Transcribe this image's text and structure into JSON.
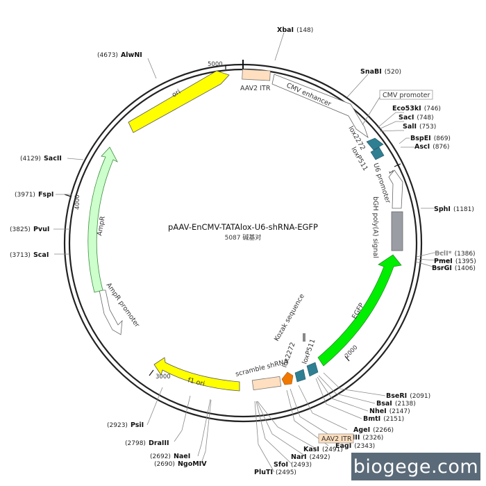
{
  "plasmid": {
    "name": "pAAV-EnCMV-TATAlox-U6-shRNA-EGFP",
    "size_label": "5087 碱基对"
  },
  "ticks": [
    {
      "label": "1000"
    },
    {
      "label": "2000"
    },
    {
      "label": "3000"
    },
    {
      "label": "4000"
    },
    {
      "label": "5000"
    }
  ],
  "features": [
    {
      "label": "AAV2 ITR"
    },
    {
      "label": "CMV enhancer"
    },
    {
      "label": "CMV promoter"
    },
    {
      "label": "lox2272"
    },
    {
      "label": "loxP511"
    },
    {
      "label": "U6 promoter"
    },
    {
      "label": "bGH poly(A) signal"
    },
    {
      "label": "EGFP"
    },
    {
      "label": "loxP511"
    },
    {
      "label": "lox2272"
    },
    {
      "label": "Kozak sequence"
    },
    {
      "label": "scramble shRNA"
    },
    {
      "label": "AAV2 ITR"
    },
    {
      "label": "f1 ori"
    },
    {
      "label": "AmpR promoter"
    },
    {
      "label": "AmpR"
    },
    {
      "label": "ori"
    }
  ],
  "sites": [
    {
      "name": "XbaI",
      "pos": "(148)"
    },
    {
      "name": "SnaBI",
      "pos": "(520)"
    },
    {
      "name": "Eco53kI",
      "pos": "(746)"
    },
    {
      "name": "SacI",
      "pos": "(748)"
    },
    {
      "name": "SalI",
      "pos": "(753)"
    },
    {
      "name": "BspEI",
      "pos": "(869)"
    },
    {
      "name": "AscI",
      "pos": "(876)"
    },
    {
      "name": "SphI",
      "pos": "(1181)"
    },
    {
      "name": "BclI*",
      "pos": "(1386)"
    },
    {
      "name": "PmeI",
      "pos": "(1395)"
    },
    {
      "name": "BsrGI",
      "pos": "(1406)"
    },
    {
      "name": "BseRI",
      "pos": "(2091)"
    },
    {
      "name": "BsaI",
      "pos": "(2138)"
    },
    {
      "name": "NheI",
      "pos": "(2147)"
    },
    {
      "name": "BmtI",
      "pos": "(2151)"
    },
    {
      "name": "AgeI",
      "pos": "(2266)"
    },
    {
      "name": "HindIII",
      "pos": "(2326)"
    },
    {
      "name": "EagI",
      "pos": "(2343)"
    },
    {
      "name": "KasI",
      "pos": "(2491)"
    },
    {
      "name": "NarI",
      "pos": "(2492)"
    },
    {
      "name": "SfoI",
      "pos": "(2493)"
    },
    {
      "name": "PluTI",
      "pos": "(2495)"
    },
    {
      "name": "PsiI",
      "pos": "(2923)"
    },
    {
      "name": "DraIII",
      "pos": "(2798)"
    },
    {
      "name": "NaeI",
      "pos": "(2692)"
    },
    {
      "name": "NgoMIV",
      "pos": "(2690)"
    },
    {
      "name": "ScaI",
      "pos": "(3713)"
    },
    {
      "name": "PvuI",
      "pos": "(3825)"
    },
    {
      "name": "FspI",
      "pos": "(3971)"
    },
    {
      "name": "SacII",
      "pos": "(4129)"
    },
    {
      "name": "AlwNI",
      "pos": "(4673)"
    }
  ],
  "watermark": "biogege.com",
  "colors": {
    "ori": "#ffff00",
    "f1_ori": "#ffff00",
    "AmpR": "#ccffcc",
    "EGFP": "#00ee00",
    "ITR": "#ffdfbf",
    "lox": "#2f7f93",
    "shRNA_arrow": "#f07800",
    "bGH": "#9a9ea4",
    "backbone": "#222222"
  }
}
